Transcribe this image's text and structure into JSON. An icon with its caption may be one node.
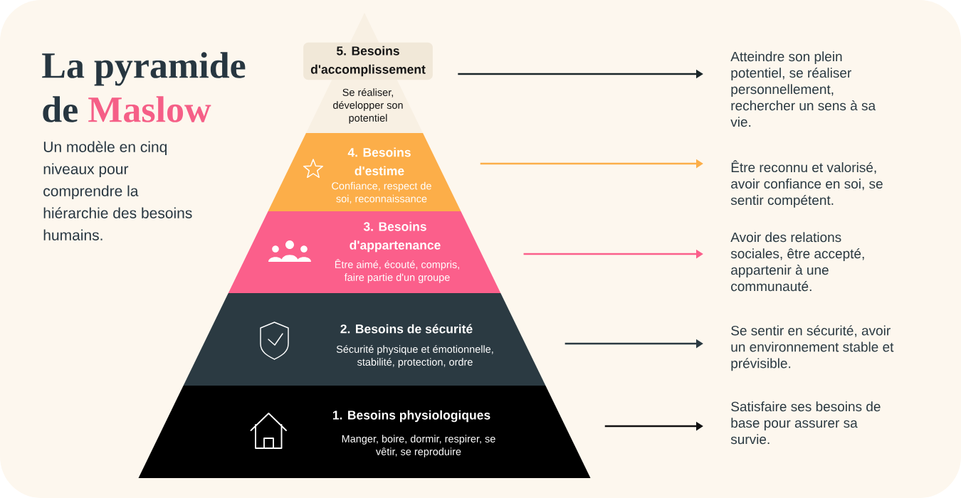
{
  "diagram": {
    "title": "La pyramide de Maslow",
    "nodes": [
      {
        "text": [
          "5. Besoins d'accomplissement",
          "Se réaliser, développer son potentiel"
        ]
      },
      {
        "text": [
          "Atteindre son plein potentiel, se réaliser personnellement, rechercher un sens à sa vie."
        ]
      },
      {
        "text": [
          "4. Besoins d'estime",
          "Confiance, respect de soi, reconnaissance"
        ]
      },
      {
        "text": [
          "Être reconnu et valorisé, avoir confiance en soi, se sentir compétent."
        ]
      },
      {
        "text": [
          "3. Besoins d'appartenance",
          "Être aimé, écouté, compris, faire partie d'un groupe"
        ]
      },
      {
        "text": [
          "Avoir des relations sociales, être accepté, appartenir à une communauté."
        ]
      },
      {
        "text": [
          "2. Besoins de sécurité",
          "Sécurité physique et émotionnelle, stabilité, protection, ordre"
        ]
      },
      {
        "text": [
          "Se sentir en sécurité, avoir un environnement stable et prévisible."
        ]
      },
      {
        "text": [
          "1. Besoins physiologiques",
          "Manger, boire, dormir, respirer, se vêtir, se reproduire"
        ]
      },
      {
        "text": [
          "Satisfaire ses besoins de base pour assurer sa survie."
        ]
      }
    ],
    "edges": [
      {
        "from": 0,
        "to": 1,
        "arrow": "to",
        "color": "#1b2629"
      },
      {
        "from": 2,
        "to": 3,
        "arrow": "to",
        "color": "#fcae49"
      },
      {
        "from": 4,
        "to": 5,
        "arrow": "to",
        "color": "#fb5f8b"
      },
      {
        "from": 6,
        "to": 7,
        "arrow": "to",
        "color": "#2b3a42"
      },
      {
        "from": 8,
        "to": 9,
        "arrow": "to",
        "color": "#111111"
      }
    ],
    "labels": [
      "Un modèle en cinq niveaux pour comprendre la hiérarchie des besoins humains."
    ]
  }
}
